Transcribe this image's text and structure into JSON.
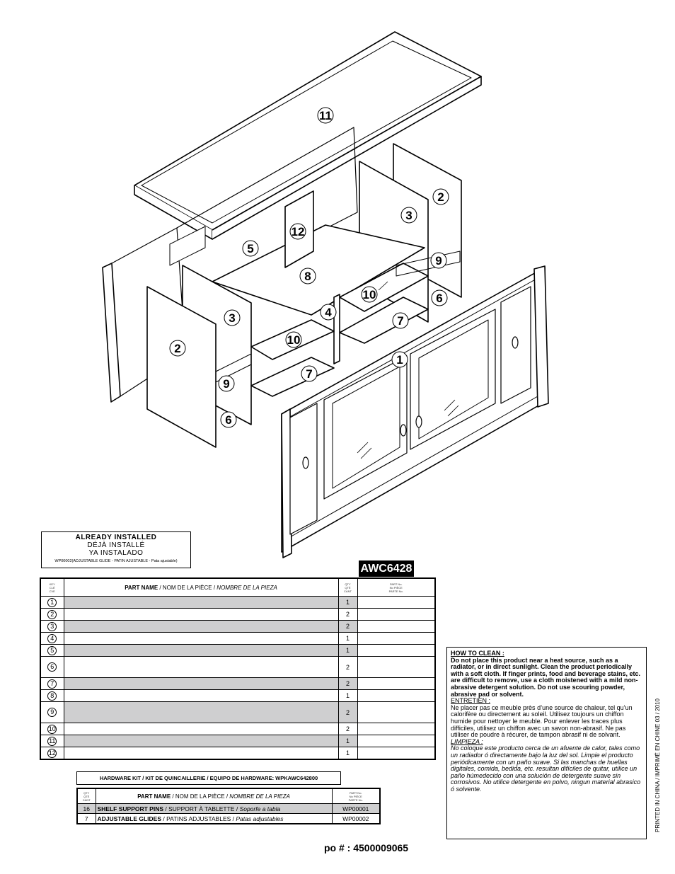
{
  "callouts": [
    {
      "id": "c11",
      "label": "11"
    },
    {
      "id": "c2r",
      "label": "2"
    },
    {
      "id": "c3r",
      "label": "3"
    },
    {
      "id": "c12",
      "label": "12"
    },
    {
      "id": "c5",
      "label": "5"
    },
    {
      "id": "c9r",
      "label": "9"
    },
    {
      "id": "c8",
      "label": "8"
    },
    {
      "id": "c10r",
      "label": "10"
    },
    {
      "id": "c6r",
      "label": "6"
    },
    {
      "id": "c3l",
      "label": "3"
    },
    {
      "id": "c4",
      "label": "4"
    },
    {
      "id": "c7r",
      "label": "7"
    },
    {
      "id": "c2l",
      "label": "2"
    },
    {
      "id": "c10l",
      "label": "10"
    },
    {
      "id": "c1",
      "label": "1"
    },
    {
      "id": "c9l",
      "label": "9"
    },
    {
      "id": "c7l",
      "label": "7"
    },
    {
      "id": "c6l",
      "label": "6"
    }
  ],
  "already_installed": {
    "line1": "ALREADY INSTALLED",
    "line2": "DÉJÀ INSTALLÉ",
    "line3": "YA INSTALADO",
    "line4": "WP00002(ADJUSTABLE GLIDE - PATIN AJUSTABLE - Pata ajustable)"
  },
  "model": "AWC6428",
  "parts_table": {
    "header": {
      "key": "KEY\nCLÉ\nCVE",
      "name_bold": "PART NAME",
      "name_fr": " / NOM DE LA PIÈCE / ",
      "name_es": "NOMBRE DE LA PIEZA",
      "qty": "QTY\nQTÉ\nCANT",
      "partno": "PART No.\nNo PIÈCE\nPARTE No."
    },
    "rows": [
      {
        "key": "1",
        "qty": "1",
        "shade": true
      },
      {
        "key": "2",
        "qty": "2",
        "shade": false
      },
      {
        "key": "3",
        "qty": "2",
        "shade": true
      },
      {
        "key": "4",
        "qty": "1",
        "shade": false
      },
      {
        "key": "5",
        "qty": "1",
        "shade": true
      },
      {
        "key": "6",
        "qty": "2",
        "shade": false,
        "tall": true
      },
      {
        "key": "7",
        "qty": "2",
        "shade": true
      },
      {
        "key": "8",
        "qty": "1",
        "shade": false
      },
      {
        "key": "9",
        "qty": "2",
        "shade": true,
        "tall": true
      },
      {
        "key": "10",
        "qty": "2",
        "shade": false
      },
      {
        "key": "11",
        "qty": "1",
        "shade": true
      },
      {
        "key": "12",
        "qty": "1",
        "shade": false
      }
    ]
  },
  "hardware": {
    "title": "HARDWARE KIT / KIT DE QUINCAILLERIE /  EQUIPO DE HARDWARE: WPKAWC642800",
    "header": {
      "qty": "QTY\nQTÉ\nCANT",
      "name_bold": "PART NAME",
      "name_fr": " / NOM DE LA PIÈCE / ",
      "name_es": "NOMBRE DE LA PIEZA",
      "partno": "PART No.\nNo PIÈCE\nPARTE No."
    },
    "rows": [
      {
        "qty": "16",
        "en": "SHELF SUPPORT PINS",
        "fr": " / SUPPORT À TABLETTE / ",
        "es": "Soporfe a tabla",
        "partno": "WP00001"
      },
      {
        "qty": "7",
        "en": "ADJUSTABLE GLIDES",
        "fr": " / PATINS ADJUSTABLES / ",
        "es": "Patas adjustables",
        "partno": "WP00002"
      }
    ]
  },
  "cleaning": {
    "heading": "HOW TO CLEAN :",
    "en": "Do not place this product near a heat source, such as a radiator, or in direct sunlight. Clean the product periodically with a soft cloth. If finger prints, food and beverage stains, etc. are difficult to remove, use a cloth moistened with a mild non-abrasive detergent solution. Do not use scouring powder, abrasive pad or solvent.",
    "fr_heading": "ENTRETIEN :",
    "fr": "Ne placer pas ce meuble près d’une source de chaleur, tel qu’un calorifère ou directement au soleil. Utilisez toujours un chiffon humide pour nettoyer le meuble. Pour enlever les traces plus difficiles, utilisez un chiffon avec un savon non-abrasif. Ne pas utiliser de poudre à récurer, de tampon abrasif ni de solvant.",
    "es_heading": "LIMPIEZA :",
    "es": "No coloque este producto cerca de un afuente de calor, tales como un radiador ó directamente bajo la luz del sol. Limpie el producto periódicamente con un paño suave. Si las manchas de huellas digitales, comida, bedida, etc. resultan difíciles de quitar, utilice un paño húmedecido con una solución de detergente suave sin corrosivos. No utilice detergente en polvo, ningun material abrasico ó solvente."
  },
  "printed": "PRINTED IN CHINA / IMPRIMÉ EN CHINE   03 / 2010",
  "po": "po # : 4500009065"
}
